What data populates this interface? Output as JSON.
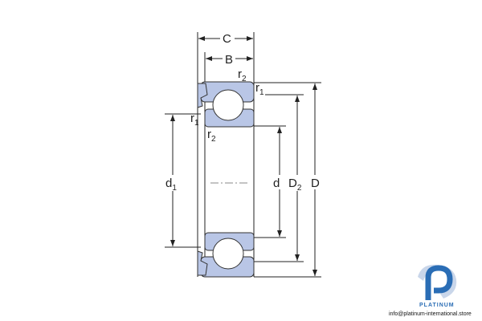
{
  "diagram": {
    "labels": {
      "C": "C",
      "B": "B",
      "r2_top": {
        "main": "r",
        "sub": "2"
      },
      "r1_right": {
        "main": "r",
        "sub": "1"
      },
      "r1_left": {
        "main": "r",
        "sub": "1"
      },
      "r2_left": {
        "main": "r",
        "sub": "2"
      },
      "d1": {
        "main": "d",
        "sub": "1"
      },
      "d": "d",
      "D2": {
        "main": "D",
        "sub": "2"
      },
      "D": "D"
    },
    "colors": {
      "ring_fill": "#b9c6e6",
      "line": "#222222"
    }
  },
  "watermark": {
    "brand": "PLATINUM",
    "email": "info@platinum-international.store",
    "brand_color": "#2a6db5"
  }
}
